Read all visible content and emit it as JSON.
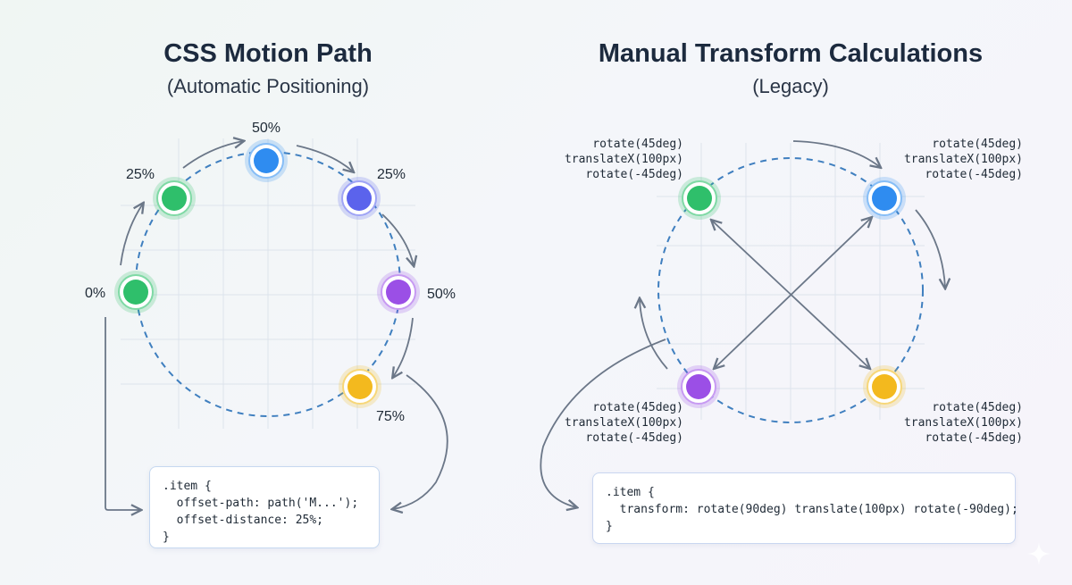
{
  "left_panel": {
    "title": "CSS Motion Path",
    "subtitle": "(Automatic Positioning)",
    "labels": [
      "0%",
      "25%",
      "50%",
      "25%",
      "50%",
      "75%"
    ],
    "code_lines": [
      ".item {",
      "  offset-path: path('M...');",
      "  offset-distance: 25%;",
      "}"
    ]
  },
  "right_panel": {
    "title": "Manual Transform Calculations",
    "subtitle": "(Legacy)",
    "transform_text": {
      "top_left": [
        "rotate(45deg)",
        "translateX(100px)",
        "rotate(-45deg)"
      ],
      "top_right": [
        "rotate(45deg)",
        "translateX(100px)",
        "rotate(-45deg)"
      ],
      "bottom_left": [
        "rotate(45deg)",
        "translateX(100px)",
        "rotate(-45deg)"
      ],
      "bottom_right": [
        "rotate(45deg)",
        "translateX(100px)",
        "rotate(-45deg)"
      ]
    },
    "code_lines": [
      ".item {",
      "  transform: rotate(90deg) translate(100px) rotate(-90deg);",
      "}"
    ]
  },
  "colors": {
    "green": "#2fbf6b",
    "blue": "#2f8cf0",
    "indigo": "#5b63ec",
    "purple": "#9b4fe6",
    "yellow": "#f3b91e",
    "path": "#3f7fbf",
    "arrow": "#6b7788",
    "grid": "#dde4ec"
  },
  "icons": [
    "sparkle-icon"
  ]
}
